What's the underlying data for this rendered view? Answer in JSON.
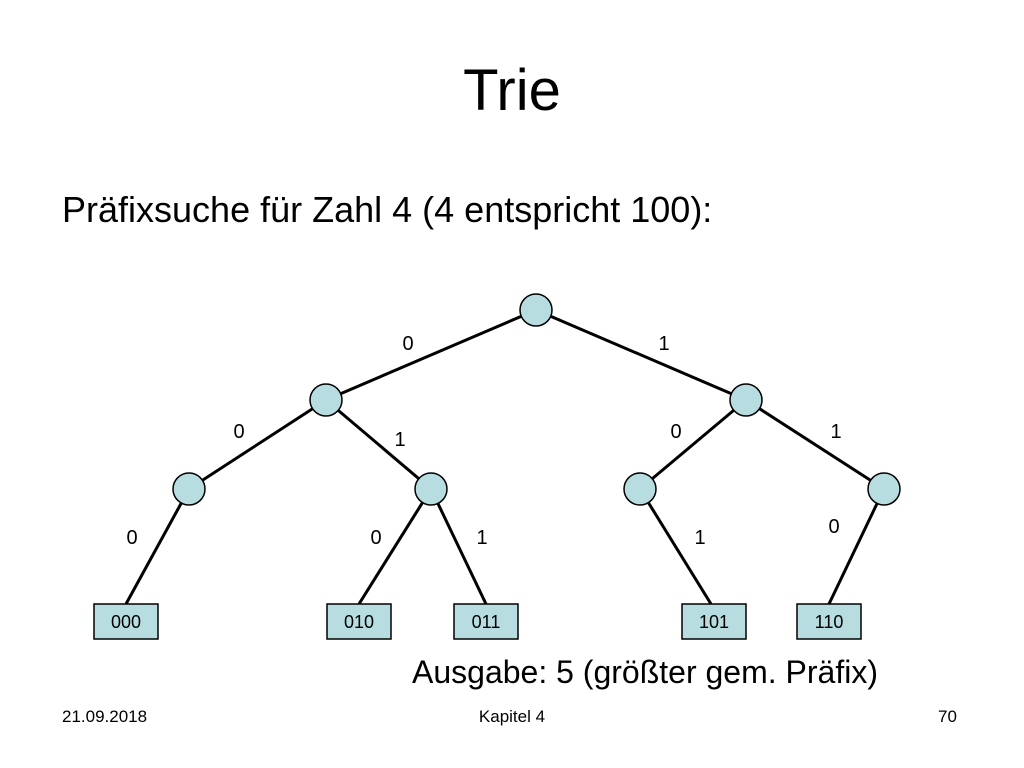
{
  "slide": {
    "title": "Trie",
    "subtitle": "Präfixsuche für Zahl 4 (4 entspricht 100):",
    "output": "Ausgabe: 5 (größter gem. Präfix)"
  },
  "footer": {
    "date": "21.09.2018",
    "chapter": "Kapitel 4",
    "page": "70"
  },
  "colors": {
    "node_fill": "#b7dde0",
    "stroke": "#000000"
  },
  "tree": {
    "edge_labels": [
      "0",
      "1",
      "0",
      "1",
      "0",
      "1",
      "0",
      "0",
      "1",
      "1",
      "0"
    ],
    "leaves": [
      "000",
      "010",
      "011",
      "101",
      "110"
    ]
  }
}
